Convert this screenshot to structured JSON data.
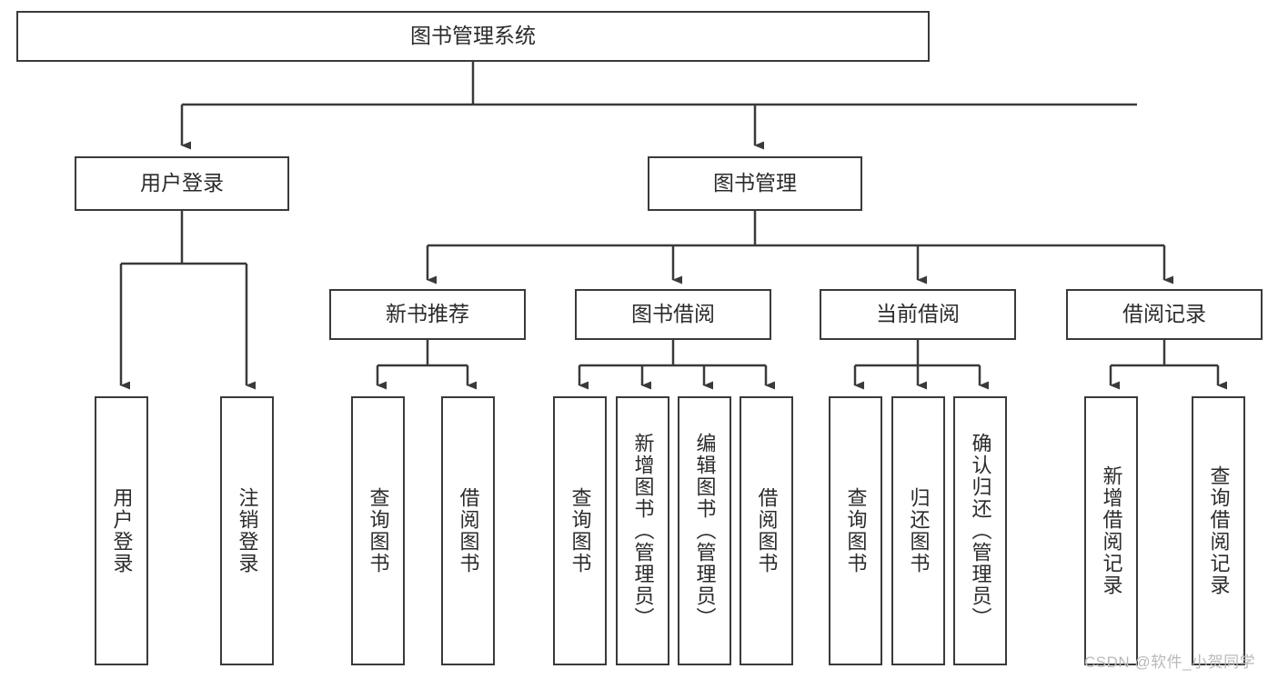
{
  "diagram": {
    "title": "图书管理系统",
    "type": "tree-hierarchy-diagram",
    "root": {
      "label": "图书管理系统"
    },
    "level2": [
      {
        "label": "用户登录"
      },
      {
        "label": "图书管理"
      }
    ],
    "level3": [
      {
        "label": "新书推荐"
      },
      {
        "label": "图书借阅"
      },
      {
        "label": "当前借阅"
      },
      {
        "label": "借阅记录"
      }
    ],
    "leaves": {
      "user_login": [
        {
          "label": "用户登录"
        },
        {
          "label": "注销登录"
        }
      ],
      "new_book_recommend": [
        {
          "label": "查询图书"
        },
        {
          "label": "借阅图书"
        }
      ],
      "book_borrow": [
        {
          "label": "查询图书"
        },
        {
          "label": "新增图书（管理员）"
        },
        {
          "label": "编辑图书（管理员）"
        },
        {
          "label": "借阅图书"
        }
      ],
      "current_borrow": [
        {
          "label": "查询图书"
        },
        {
          "label": "归还图书"
        },
        {
          "label": "确认归还（管理员）"
        }
      ],
      "borrow_record": [
        {
          "label": "新增借阅记录"
        },
        {
          "label": "查询借阅记录"
        }
      ]
    }
  },
  "watermark": {
    "text": "CSDN @软件_小贺同学"
  },
  "colors": {
    "stroke": "#3a3a3a",
    "background": "#ffffff",
    "text": "#2b2b2b",
    "watermark": "#b9b9b9"
  }
}
